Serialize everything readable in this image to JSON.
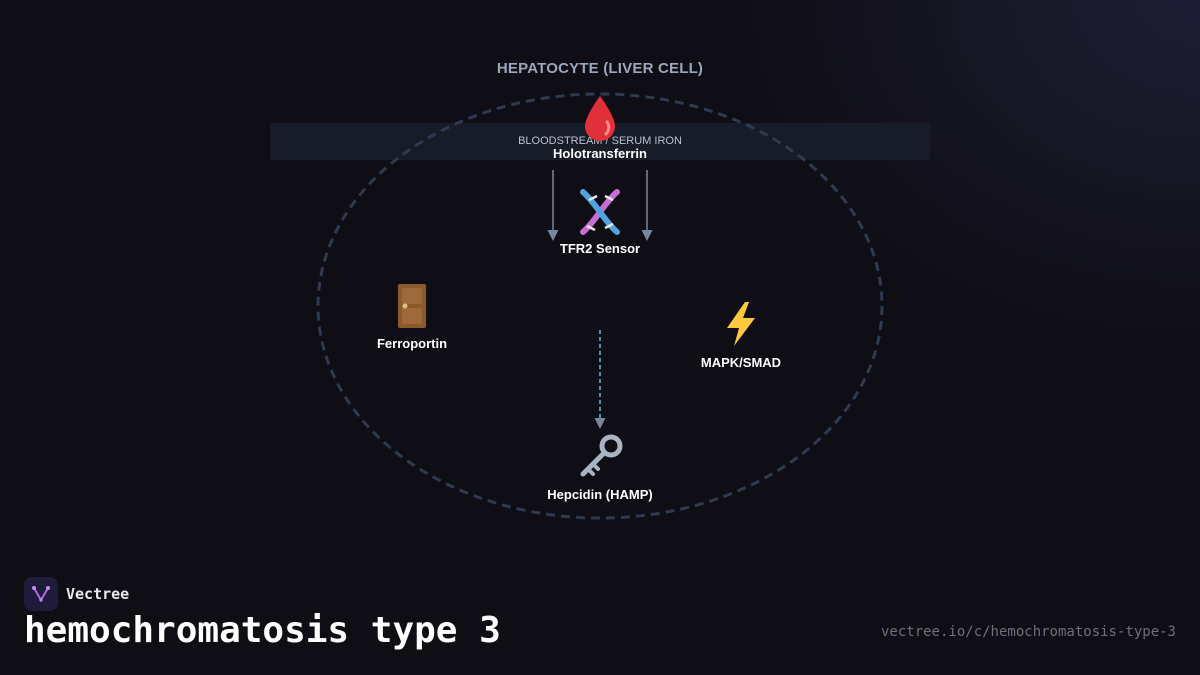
{
  "diagram": {
    "cell_title": "HEPATOCYTE (LIVER CELL)",
    "band_label": "BLOODSTREAM / SERUM IRON",
    "nodes": {
      "holotransferrin": {
        "label": "Holotransferrin",
        "icon": "blood-drop-icon"
      },
      "tfr2": {
        "label": "TFR2 Sensor",
        "icon": "dna-icon"
      },
      "ferroportin": {
        "label": "Ferroportin",
        "icon": "door-icon"
      },
      "mapk_smad": {
        "label": "MAPK/SMAD",
        "icon": "lightning-icon"
      },
      "hepcidin": {
        "label": "Hepcidin (HAMP)",
        "icon": "key-icon"
      }
    },
    "colors": {
      "membrane": "#2e3a50",
      "arrow": "#7a8699",
      "signal_arrow": "#4fc3f7"
    }
  },
  "footer": {
    "brand": "Vectree",
    "title": "hemochromatosis type 3",
    "url": "vectree.io/c/hemochromatosis-type-3"
  }
}
